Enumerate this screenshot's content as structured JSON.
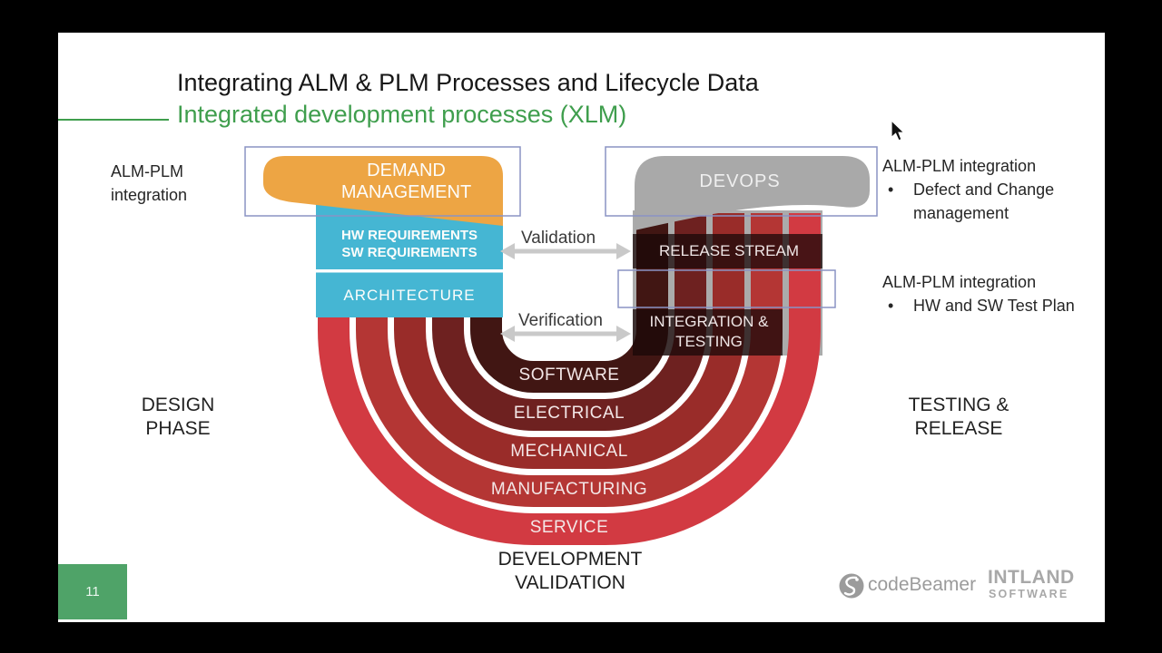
{
  "slide": {
    "title": "Integrating ALM & PLM Processes and Lifecycle Data",
    "subtitle": "Integrated development processes (XLM)",
    "page_number": "11"
  },
  "annotations": {
    "bullet_marker": "•",
    "left": {
      "line1": "ALM-PLM",
      "line2": "integration"
    },
    "right_top": {
      "title": "ALM-PLM integration",
      "bullet_line1": "Defect and Change",
      "bullet_line2": "management"
    },
    "right_middle": {
      "title": "ALM-PLM integration",
      "bullet": "HW and SW Test Plan"
    },
    "design_phase": {
      "line1": "DESIGN",
      "line2": "PHASE"
    },
    "testing_release": {
      "line1": "TESTING &",
      "line2": "RELEASE"
    },
    "development_validation": {
      "line1": "DEVELOPMENT",
      "line2": "VALIDATION"
    }
  },
  "diagram": {
    "demand_management": {
      "line1": "DEMAND",
      "line2": "MANAGEMENT",
      "color": "#eda544"
    },
    "devops": {
      "label": "DEVOPS",
      "color": "#a9a9a9"
    },
    "requirements": {
      "line1": "HW REQUIREMENTS",
      "line2": "SW REQUIREMENTS",
      "color": "#45b6d3"
    },
    "architecture": {
      "label": "ARCHITECTURE"
    },
    "release_stream": {
      "label": "RELEASE STREAM"
    },
    "integration_testing": {
      "line1": "INTEGRATION &",
      "line2": "TESTING"
    },
    "validation": "Validation",
    "verification": "Verification",
    "outline_color": "#8a93c4",
    "arrow_color": "#c9c9c9",
    "rings": [
      {
        "label": "SOFTWARE",
        "color": "#411613"
      },
      {
        "label": "ELECTRICAL",
        "color": "#6e2120"
      },
      {
        "label": "MECHANICAL",
        "color": "#992c29"
      },
      {
        "label": "MANUFACTURING",
        "color": "#b43634"
      },
      {
        "label": "SERVICE",
        "color": "#d23a42"
      }
    ]
  },
  "footer": {
    "codebeamer": "codeBeamer",
    "intland_line1": "INTLAND",
    "intland_line2": "SOFTWARE"
  }
}
